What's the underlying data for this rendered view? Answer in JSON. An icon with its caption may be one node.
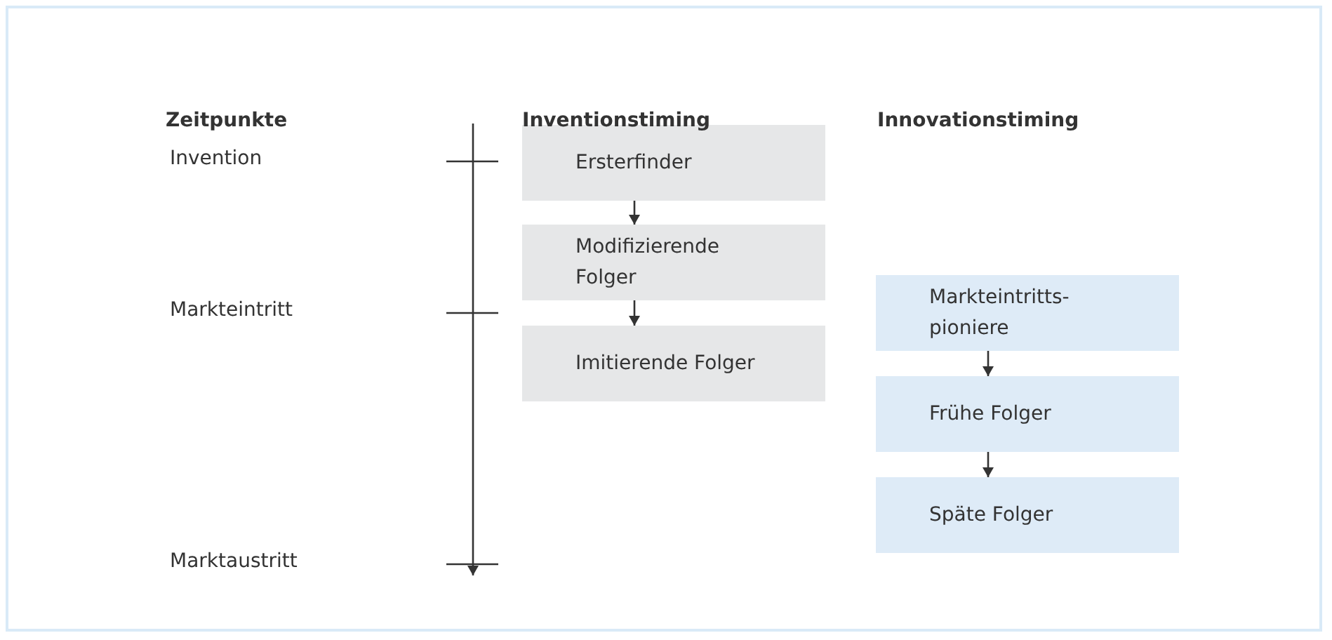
{
  "diagram": {
    "nodes": [
      {
        "text": [
          "Ersterfinder"
        ]
      },
      {
        "text": [
          "Modifizierende Folger"
        ]
      },
      {
        "text": [
          "Imitierende Folger"
        ]
      },
      {
        "text": [
          "Markteintritts-pioniere"
        ]
      },
      {
        "text": [
          "Frühe Folger"
        ]
      },
      {
        "text": [
          "Späte Folger"
        ]
      }
    ],
    "edges": [
      {
        "from": 0,
        "to": 1,
        "arrow": "to"
      },
      {
        "from": 1,
        "to": 2,
        "arrow": "to"
      },
      {
        "from": 3,
        "to": 4,
        "arrow": "to"
      },
      {
        "from": 4,
        "to": 5,
        "arrow": "to"
      }
    ],
    "labels": [
      "Zeitpunkte",
      "Inventionstiming",
      "Innovationstiming",
      "Invention",
      "Markteintritt",
      "Marktaustritt"
    ]
  }
}
